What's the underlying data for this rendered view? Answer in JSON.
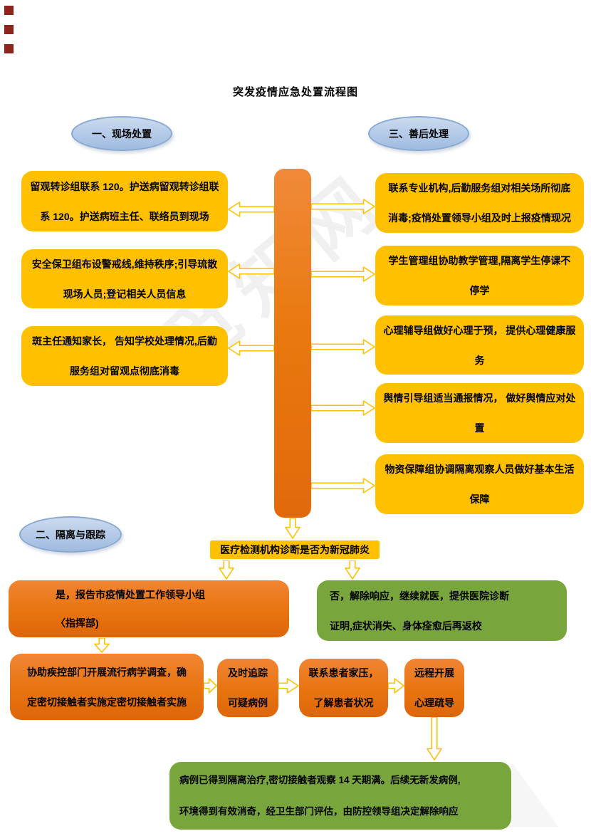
{
  "title": "突发疫情应急处置流程图",
  "watermark_text": "觅知网",
  "colors": {
    "yellow_node": "#FFC000",
    "orange_node": "#E8740F",
    "green_node": "#78A53C",
    "stage_ellipse_blue": "#AEC6E6",
    "arrow_outline": "#FFC000",
    "corner_mark_red": "#8E241A"
  },
  "stage_labels": {
    "onsite": "一、现场处置",
    "quarantine": "二、隔离与跟踪",
    "aftermath": "三、善后处理"
  },
  "onsite_steps": [
    "留观转诊组联系 120。护送病留观转诊组联\n系 120。护送病班主任、联络员到现场",
    "安全保卫组布设警戒线,维持秩序;引导琉散\n现场人员;登记相关人员信息",
    "斑主任通知家长， 告知学校处理情况,后勤\n服务组对留观点彻底消毒"
  ],
  "aftermath_steps": [
    "联系专业机构,后勤服务组对相关场所彻底\n消毒;疫悄处置领导小组及时上报疫情现况",
    "学生管理组协助教学管理,隔离学生停课不\n停学",
    "心理辅导组做好心理于预， 提供心理健康服\n务",
    "舆情引导组适当通报情况， 做好舆情应对处\n置",
    "物资保障组协调隔离观察人员做好基本生活\n保障"
  ],
  "decision_label": "医疗检测机构诊断是否为新冠肺炎",
  "yes_branch": "是，报告市疫情处置工作领导小组\n〈指挥部)",
  "no_branch": "否，解除响应，继续就医，提供医院诊断\n证明,症状消失、身体痊愈后再返校",
  "tracking_steps": [
    "协助疾控部门开展流行病学调查，确\n定密切接触者实施定密切接触者实施",
    "及时追踪\n可疑病例",
    "联系患者家压，\n了解患者状况",
    "远程开展\n心理疏导"
  ],
  "final_step": "病例已得到隔离治疗,密切接触者观察 14 天期满。后续无新发病例,\n环境得到有效消奇，经卫生部门评估，由防控领导组决定解除响应"
}
